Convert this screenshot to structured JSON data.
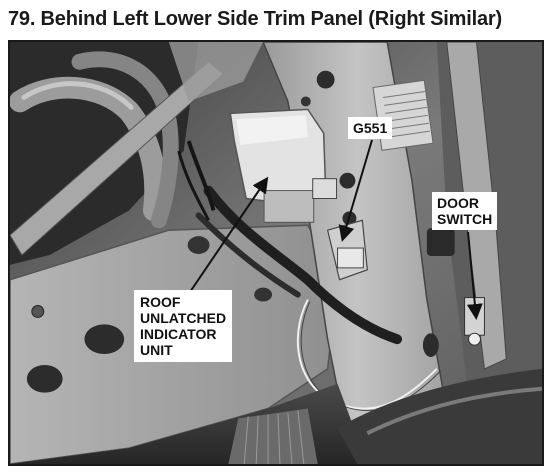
{
  "figure": {
    "title": "79. Behind Left Lower Side Trim Panel (Right Similar)"
  },
  "callouts": {
    "g551": "G551",
    "door_switch": "DOOR\nSWITCH",
    "roof_unit": "ROOF\nUNLATCHED\nINDICATOR\nUNIT"
  },
  "colors": {
    "photo_dark": "#2a2a2a",
    "photo_mid": "#8a8a8a",
    "photo_light": "#d8d8d8"
  }
}
